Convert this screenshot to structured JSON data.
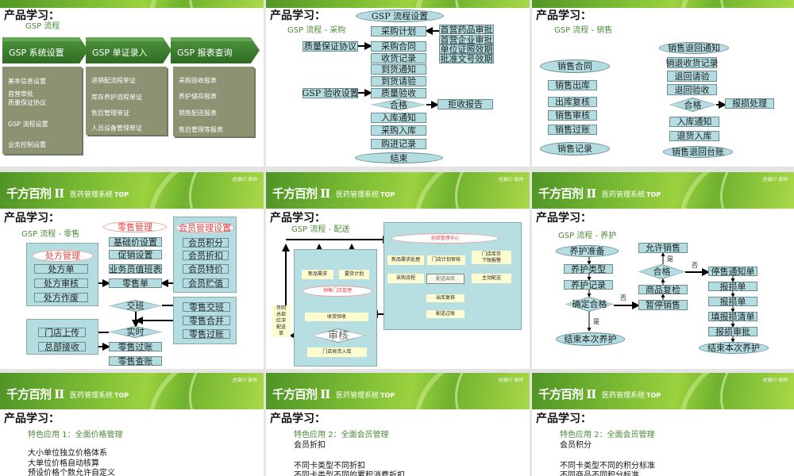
{
  "header": {
    "logo": "千方百剂",
    "logo_suffix": "II",
    "system": "医药管理系统",
    "system_suffix": "TOP",
    "vendor": "任我行 软件"
  },
  "colors": {
    "header_green": "#7dbd34",
    "banner_green": "#3e7d2f",
    "box_blue": "#b3dde1",
    "olive": "#8b9373",
    "subtitle_green": "#4d8a3a",
    "note_yellow": "#fdfbd0"
  },
  "slides": [
    {
      "title": "产品学习：",
      "subtitle": "GSP 流程",
      "columns": [
        {
          "head": "GSP 系统设置",
          "items": [
            "基本信息设置",
            "首营审批\n质量保证协议",
            "GSP 流程设置",
            "业务控制设置"
          ]
        },
        {
          "head": "GSP 单证录入",
          "items": [
            "进销配流程单证",
            "库存养护流程单证",
            "售后管理单证",
            "人员设备管理单证"
          ]
        },
        {
          "head": "GSP 报表查询",
          "items": [
            "采购验收报表",
            "养护储存报表",
            "销售配送报表",
            "售后管理等报表"
          ]
        }
      ]
    },
    {
      "title": "产品学习：",
      "subtitle": "GSP 流程 - 采购",
      "start": "GSP 流程设置",
      "main": [
        "采购计划",
        "采购合同",
        "收货记录",
        "到货通知",
        "到货请验",
        "质量验收",
        "入库通知",
        "采购入库",
        "购进记录"
      ],
      "decision": "合格",
      "end": "结束",
      "left": [
        "质量保证协议",
        "GSP 验收设置"
      ],
      "right": [
        "首营药品审批",
        "首营企业审批",
        "单位证照效期",
        "批准文号效期"
      ],
      "reject": "拒收报告"
    },
    {
      "title": "产品学习：",
      "subtitle": "GSP 流程 - 销售",
      "sale_start": "销售合同",
      "sale_steps": [
        "销售出库",
        "出库复核",
        "销售审核",
        "销售过账"
      ],
      "sale_end": "销售记录",
      "return_start": "销售退回通知",
      "return_steps": [
        "销退收货记录",
        "退回请验",
        "退回验收"
      ],
      "decision": "合格",
      "reject": "报损处理",
      "return_after": [
        "入库通知",
        "退货入库"
      ],
      "return_end": "销售退回台账"
    },
    {
      "title": "产品学习：",
      "subtitle": "GSP 流程 - 零售",
      "rx_head": "处方管理",
      "rx_items": [
        "处方单",
        "处方审核",
        "处方作废"
      ],
      "retail_head": "零售管理",
      "retail_items": [
        "基础价设置",
        "促销设置",
        "业务员值班表",
        "零售单"
      ],
      "member_head": "会员管理设置",
      "member_items": [
        "会员积分",
        "会员折扣",
        "会员特价",
        "会员贮值"
      ],
      "shift": "交班",
      "shift_items": [
        "零售交班",
        "零售合并",
        "零售过账"
      ],
      "realtime": "实时",
      "store_items": [
        "门店上传",
        "总部接收"
      ],
      "post_items": [
        "零售过账",
        "零售查账"
      ]
    },
    {
      "title": "产品学习：",
      "subtitle": "GSP 流程 - 配送",
      "hq_head": "总部管理中心",
      "hq_items": [
        "新品需求处理",
        "门店计划审核",
        "门店库存\n下限报警",
        "采购流程",
        "配送出库",
        "主动配送",
        "出库复核",
        "配送过账"
      ],
      "store_req": [
        "新品需求",
        "要货计划"
      ],
      "store_head": "销售门店管理",
      "receive": "收货验收",
      "review": "审核",
      "store_in": "门店收货入库",
      "return_note": "传回\n总部\n红冲\n配送\n单"
    },
    {
      "title": "产品学习：",
      "subtitle": "GSP 流程 - 养护",
      "prep": "养护准备",
      "steps": [
        "养护类型",
        "养护记录"
      ],
      "confirm": "确定合格",
      "yes": "是",
      "no": "否",
      "end": "结束本次养护",
      "allow": "允许销售",
      "decision": "合格",
      "recheck": "商品复检",
      "pause": "暂停销售",
      "loss_steps": [
        "停售通知单",
        "报损单",
        "报损单",
        "填报损清单",
        "报损审批"
      ],
      "loss_end": "结束本次养护"
    },
    {
      "title": "产品学习：",
      "subtitle": "特色应用 1：全面价格管理",
      "lines": [
        "大小单位独立价格体系",
        "大单位价格自动核算",
        "预设价格个数允许自定义"
      ]
    },
    {
      "title": "产品学习：",
      "subtitle": "特色应用 2：全面会员管理",
      "topic": "会员折扣",
      "lines": [
        "不同卡类型不同折扣",
        "不同卡类型不同的累积消费折扣"
      ]
    },
    {
      "title": "产品学习：",
      "subtitle": "特色应用 2：全面会员管理",
      "topic": "会员积分",
      "lines": [
        "不同卡类型不同的积分标准",
        "不同商品不同积分标准"
      ]
    }
  ]
}
